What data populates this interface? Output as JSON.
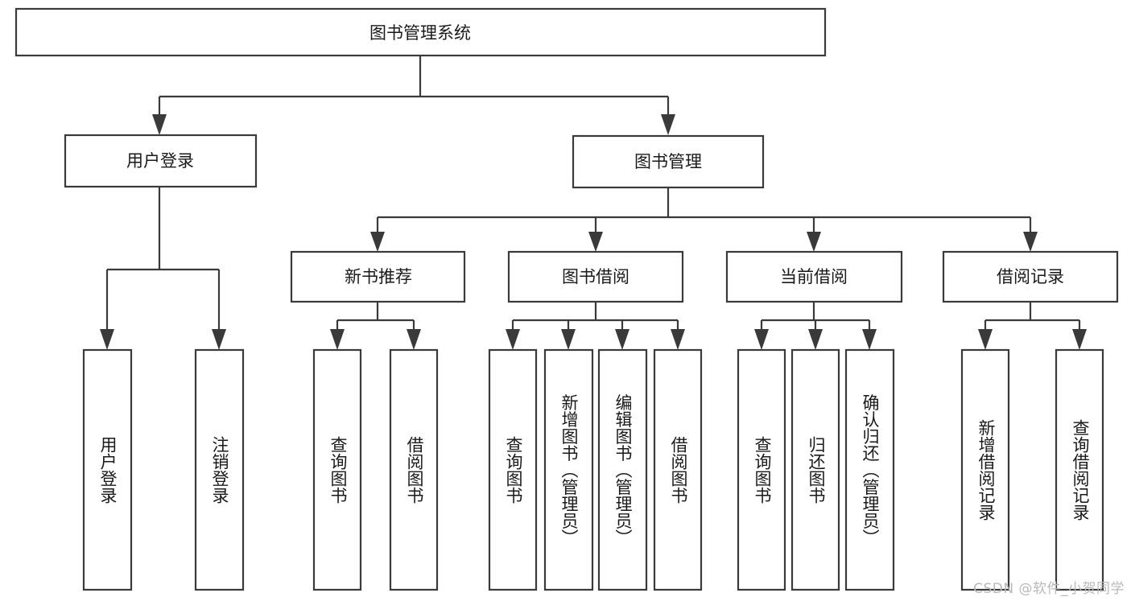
{
  "diagram": {
    "title": "图书管理系统",
    "type": "tree",
    "colors": {
      "stroke": "#3a3a3a",
      "box_fill": "#ffffff",
      "background": "#ffffff",
      "text": "#1a1a1a",
      "watermark": "#b9b9b9"
    },
    "root": {
      "label": "图书管理系统",
      "orientation": "horizontal"
    },
    "level2": [
      {
        "label": "用户登录",
        "orientation": "horizontal"
      },
      {
        "label": "图书管理",
        "orientation": "horizontal"
      }
    ],
    "level3": [
      {
        "label": "新书推荐",
        "orientation": "horizontal"
      },
      {
        "label": "图书借阅",
        "orientation": "horizontal"
      },
      {
        "label": "当前借阅",
        "orientation": "horizontal"
      },
      {
        "label": "借阅记录",
        "orientation": "horizontal"
      }
    ],
    "leaves": {
      "user_login": [
        {
          "label": "用户登录",
          "orientation": "vertical"
        },
        {
          "label": "注销登录",
          "orientation": "vertical"
        }
      ],
      "new_book_recommend": [
        {
          "label": "查询图书",
          "orientation": "vertical"
        },
        {
          "label": "借阅图书",
          "orientation": "vertical"
        }
      ],
      "book_borrow": [
        {
          "label": "查询图书",
          "orientation": "vertical"
        },
        {
          "label": "新增图书（管理员）",
          "orientation": "vertical"
        },
        {
          "label": "编辑图书（管理员）",
          "orientation": "vertical"
        },
        {
          "label": "借阅图书",
          "orientation": "vertical"
        }
      ],
      "current_borrow": [
        {
          "label": "查询图书",
          "orientation": "vertical"
        },
        {
          "label": "归还图书",
          "orientation": "vertical"
        },
        {
          "label": "确认归还（管理员）",
          "orientation": "vertical"
        }
      ],
      "borrow_record": [
        {
          "label": "新增借阅记录",
          "orientation": "vertical"
        },
        {
          "label": "查询借阅记录",
          "orientation": "vertical"
        }
      ]
    }
  },
  "watermark": {
    "text": "CSDN @软件_小贺同学"
  }
}
